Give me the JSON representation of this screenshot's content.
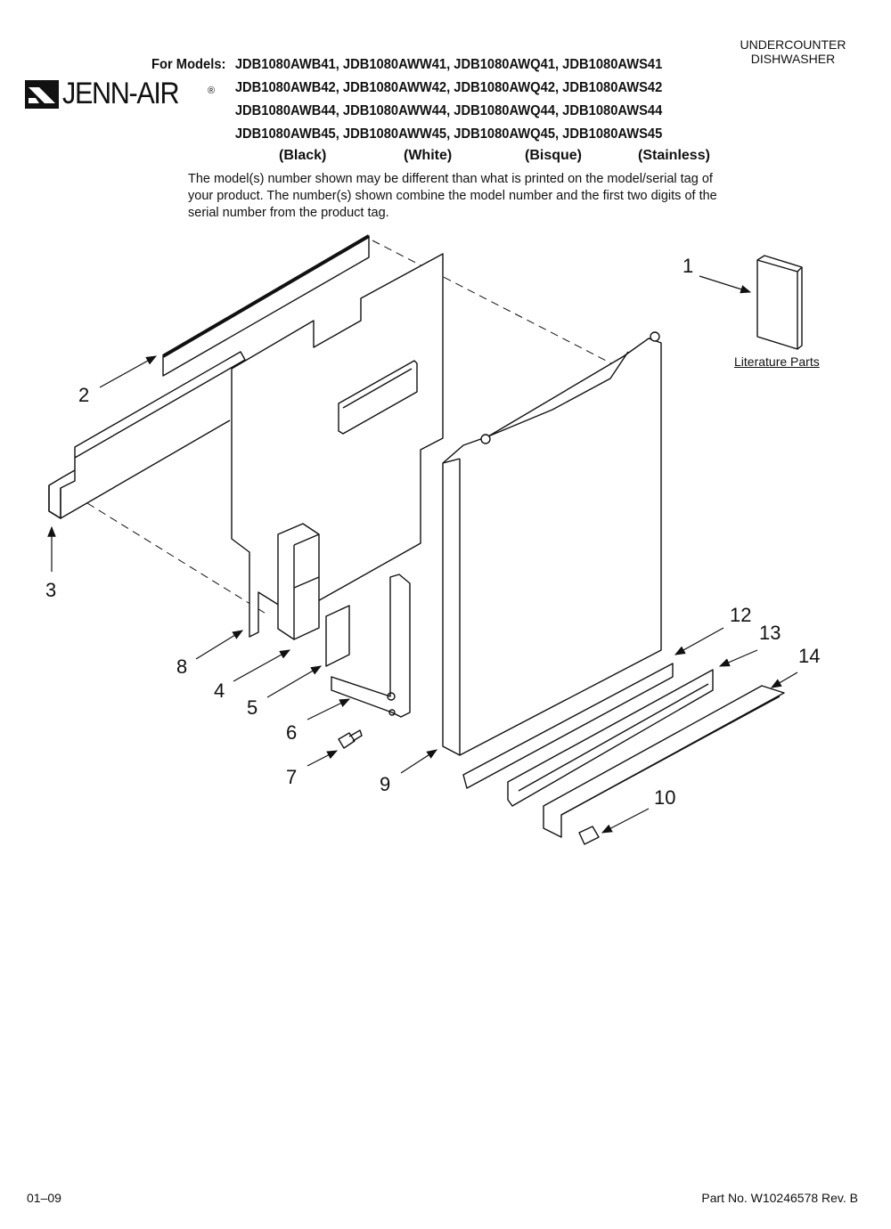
{
  "header": {
    "product_line1": "UNDERCOUNTER",
    "product_line2": "DISHWASHER",
    "models_label": "For Models:",
    "model_rows": [
      "JDB1080AWB41, JDB1080AWW41, JDB1080AWQ41, JDB1080AWS41",
      "JDB1080AWB42, JDB1080AWW42, JDB1080AWQ42, JDB1080AWS42",
      "JDB1080AWB44, JDB1080AWW44, JDB1080AWQ44, JDB1080AWS44",
      "JDB1080AWB45, JDB1080AWW45, JDB1080AWQ45, JDB1080AWS45"
    ],
    "colors": [
      "(Black)",
      "(White)",
      "(Bisque)",
      "(Stainless)"
    ],
    "note": "The model(s) number shown may be different than what is printed on the model/serial tag of your product. The number(s) shown combine the model number and the first two digits of the serial number from the product tag."
  },
  "logo": {
    "text": "JENN-AIR",
    "mark": "®"
  },
  "diagram": {
    "callouts": {
      "c1": "1",
      "c2": "2",
      "c3": "3",
      "c4": "4",
      "c5": "5",
      "c6": "6",
      "c7": "7",
      "c8": "8",
      "c9": "9",
      "c10": "10",
      "c12": "12",
      "c13": "13",
      "c14": "14"
    },
    "literature_label": "Literature Parts"
  },
  "footer": {
    "date": "01–09",
    "part_number": "Part No. W10246578 Rev. B"
  }
}
